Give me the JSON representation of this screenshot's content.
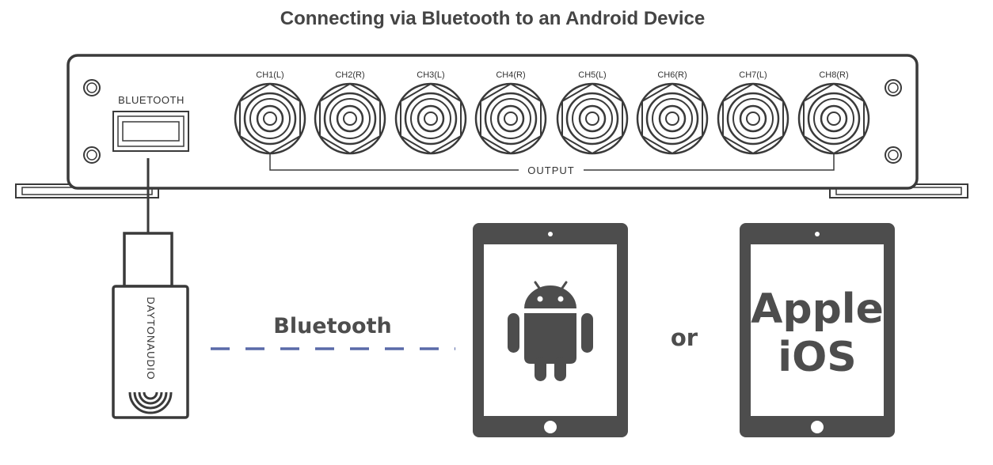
{
  "title": "Connecting via Bluetooth to an Android Device",
  "device": {
    "bluetooth_label": "BLUETOOTH",
    "output_label": "OUTPUT",
    "channels": [
      "CH1(L)",
      "CH2(R)",
      "CH3(L)",
      "CH4(R)",
      "CH5(L)",
      "CH6(R)",
      "CH7(L)",
      "CH8(R)"
    ]
  },
  "dongle": {
    "brand": "DAYTONAUDIO"
  },
  "connection": {
    "label": "Bluetooth"
  },
  "separator": "or",
  "ios_tablet": {
    "line1": "Apple",
    "line2": "iOS"
  }
}
